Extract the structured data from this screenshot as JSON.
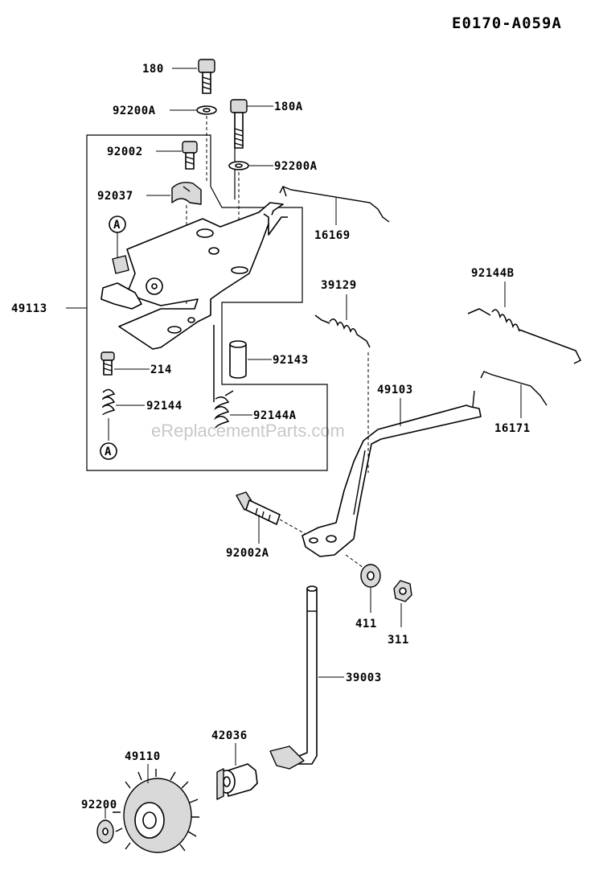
{
  "diagram_code": "E0170-A059A",
  "watermark": "eReplacementParts.com",
  "callouts": {
    "p180": "180",
    "p92200A_top": "92200A",
    "p180A": "180A",
    "p92002": "92002",
    "p92200A_right": "92200A",
    "p92037": "92037",
    "p16169": "16169",
    "circleA_top": "A",
    "p49113": "49113",
    "p39129": "39129",
    "p92144B": "92144B",
    "p92143": "92143",
    "p214": "214",
    "p92144": "92144",
    "p92144A": "92144A",
    "p49103": "49103",
    "p16171": "16171",
    "circleA_bottom": "A",
    "p92002A": "92002A",
    "p411": "411",
    "p311": "311",
    "p39003": "39003",
    "p42036": "42036",
    "p49110": "49110",
    "p92200": "92200"
  }
}
